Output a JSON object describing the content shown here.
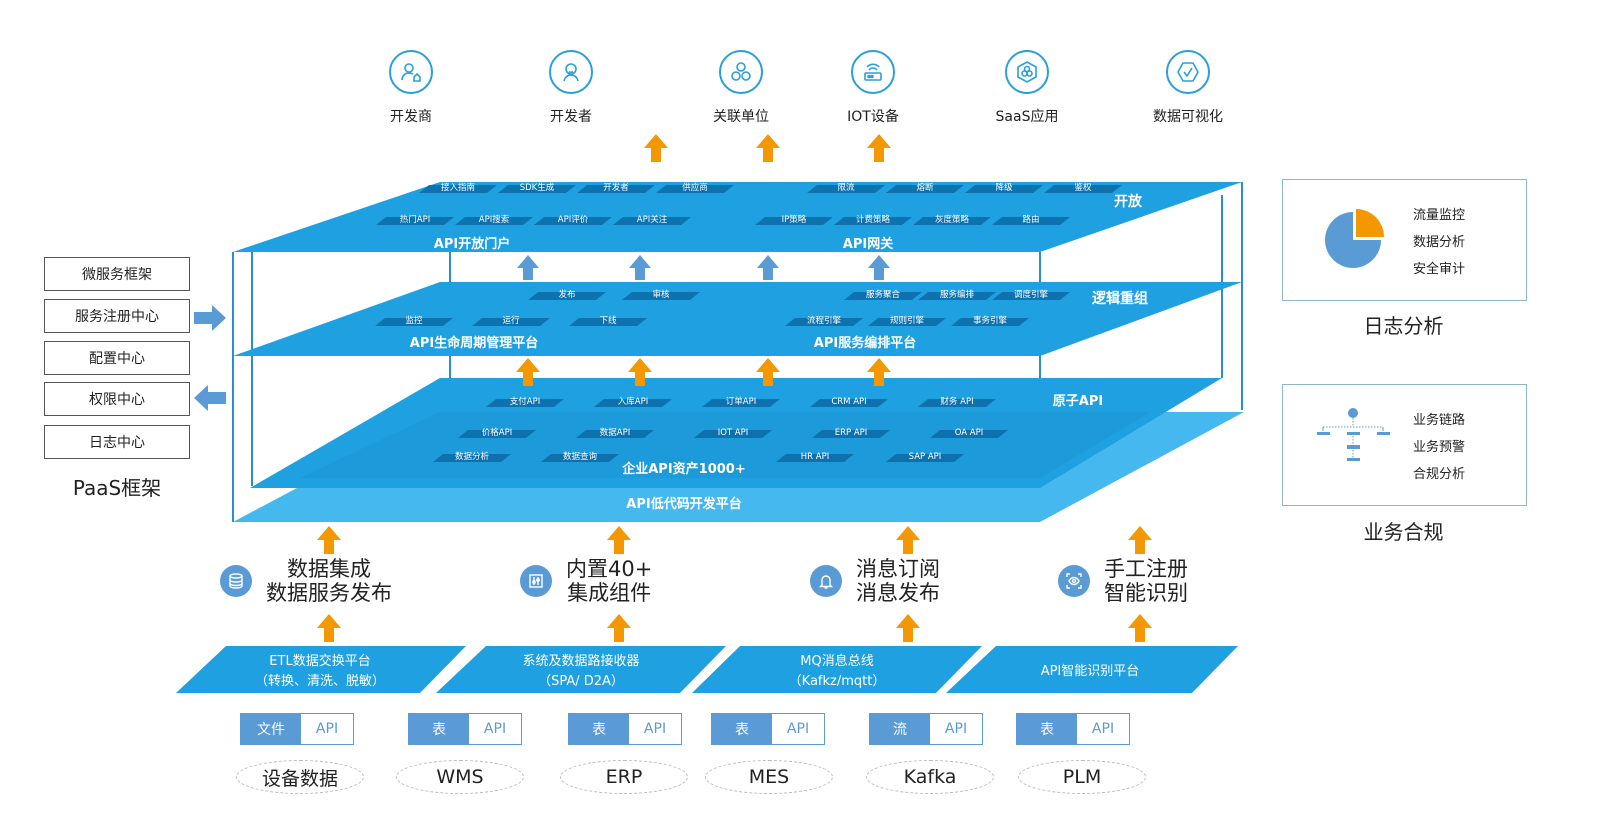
{
  "consumers": [
    {
      "label": "开发商",
      "icon": "developer-company-icon"
    },
    {
      "label": "开发者",
      "icon": "developer-person-icon"
    },
    {
      "label": "关联单位",
      "icon": "affiliates-icon"
    },
    {
      "label": "IOT设备",
      "icon": "iot-router-icon"
    },
    {
      "label": "SaaS应用",
      "icon": "saas-hexagon-icon"
    },
    {
      "label": "数据可视化",
      "icon": "data-visualization-icon"
    }
  ],
  "layers": {
    "open": {
      "side_label": "开放",
      "portal": {
        "title": "API开放门户",
        "row1": [
          "接入指南",
          "SDK生成",
          "开发者",
          "供应商"
        ],
        "row2": [
          "热门API",
          "API搜索",
          "API评价",
          "API关注"
        ]
      },
      "gateway": {
        "title": "API网关",
        "row1": [
          "限流",
          "熔断",
          "降级",
          "鉴权"
        ],
        "row2": [
          "IP策略",
          "计费策略",
          "灰度策略",
          "路由"
        ]
      }
    },
    "logic": {
      "side_label": "逻辑重组",
      "lifecycle": {
        "title": "API生命周期管理平台",
        "row1": [
          "发布",
          "审核"
        ],
        "row2": [
          "监控",
          "运行",
          "下线"
        ]
      },
      "orchestration": {
        "title": "API服务编排平台",
        "row1": [
          "服务聚合",
          "服务编排",
          "调度引擎"
        ],
        "row2": [
          "流程引擎",
          "规则引擎",
          "事务引擎"
        ]
      }
    },
    "atomic": {
      "side_label": "原子API",
      "title": "企业API资产1000+",
      "row1": [
        "支付API",
        "入库API",
        "订单API",
        "CRM API",
        "财务 API"
      ],
      "row2": [
        "价格API",
        "数据API",
        "IOT API",
        "ERP API",
        "OA API"
      ],
      "row3": [
        "数据分析",
        "数据查询",
        "HR API",
        "SAP API"
      ]
    },
    "base": {
      "title": "API低代码开发平台"
    }
  },
  "paas": {
    "title": "PaaS框架",
    "items": [
      "微服务框架",
      "服务注册中心",
      "配置中心",
      "权限中心",
      "日志中心"
    ]
  },
  "log_analysis": {
    "title": "日志分析",
    "items": [
      "流量监控",
      "数据分析",
      "安全审计"
    ],
    "pie_highlight_fraction": 0.25
  },
  "compliance": {
    "title": "业务合规",
    "items": [
      "业务链路",
      "业务预警",
      "合规分析"
    ]
  },
  "features": [
    {
      "line1": "数据集成",
      "line2": "数据服务发布",
      "icon": "database-icon"
    },
    {
      "line1": "内置40+",
      "line2": "集成组件",
      "icon": "component-icon"
    },
    {
      "line1": "消息订阅",
      "line2": "消息发布",
      "icon": "bell-icon"
    },
    {
      "line1": "手工注册",
      "line2": "智能识别",
      "icon": "eye-scan-icon"
    }
  ],
  "platforms": [
    {
      "line1": "ETL数据交换平台",
      "line2": "（转换、清洗、脱敏）"
    },
    {
      "line1": "系统及数据路接收器",
      "line2": "（SPA/ D2A）"
    },
    {
      "line1": "MQ消息总线",
      "line2": "（Kafkz/mqtt）"
    },
    {
      "line1": "API智能识别平台",
      "line2": ""
    }
  ],
  "sources": [
    {
      "type": "文件",
      "api": "API",
      "name": "设备数据"
    },
    {
      "type": "表",
      "api": "API",
      "name": "WMS"
    },
    {
      "type": "表",
      "api": "API",
      "name": "ERP"
    },
    {
      "type": "表",
      "api": "API",
      "name": "MES"
    },
    {
      "type": "流",
      "api": "API",
      "name": "Kafka"
    },
    {
      "type": "表",
      "api": "API",
      "name": "PLM"
    }
  ],
  "colors": {
    "layer_blue": "#1fa0e0",
    "base_blue": "#45b8f0",
    "tag_dark": "#0c6aa6",
    "arrow_orange": "#f39800",
    "arrow_blue": "#5b9bd5",
    "frame_line": "#2a8fcf"
  }
}
